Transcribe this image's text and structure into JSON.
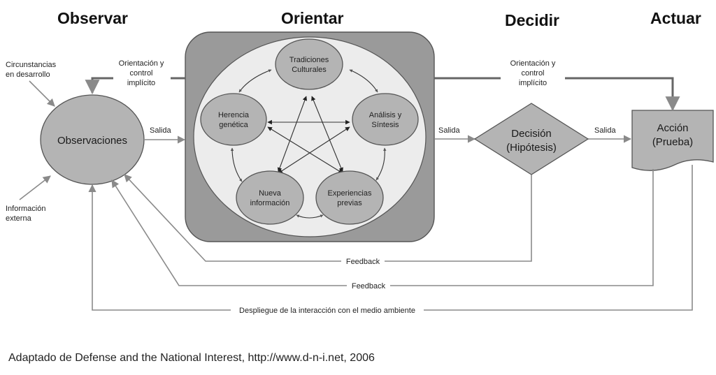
{
  "headers": {
    "observar": "Observar",
    "orientar": "Orientar",
    "decidir": "Decidir",
    "actuar": "Actuar"
  },
  "inputs": {
    "circ_line1": "Circunstancias",
    "circ_line2": "en desarrollo",
    "info_line1": "Información",
    "info_line2": "externa"
  },
  "observe": {
    "label": "Observaciones"
  },
  "orient": {
    "nodes": {
      "tradiciones": [
        "Tradiciones",
        "Culturales"
      ],
      "herencia": [
        "Herencia",
        "genética"
      ],
      "analisis": [
        "Análisis y",
        "Síntesis"
      ],
      "nueva": [
        "Nueva",
        "información"
      ],
      "experiencias": [
        "Experiencias",
        "previas"
      ]
    }
  },
  "decide": {
    "line1": "Decisión",
    "line2": "(Hipótesis)"
  },
  "act": {
    "line1": "Acción",
    "line2": "(Prueba)"
  },
  "edges": {
    "salida_1": "Salida",
    "salida_2": "Salida",
    "salida_3": "Salida",
    "implicit_left": [
      "Orientación y",
      "control",
      "implícito"
    ],
    "implicit_right": [
      "Orientación y",
      "control",
      "implícito"
    ],
    "feedback_1": "Feedback",
    "feedback_2": "Feedback",
    "despliegue": "Despliegue de la interacción con el medio ambiente"
  },
  "caption": "Adaptado de Defense and the National Interest, http://www.d-n-i.net, 2006"
}
